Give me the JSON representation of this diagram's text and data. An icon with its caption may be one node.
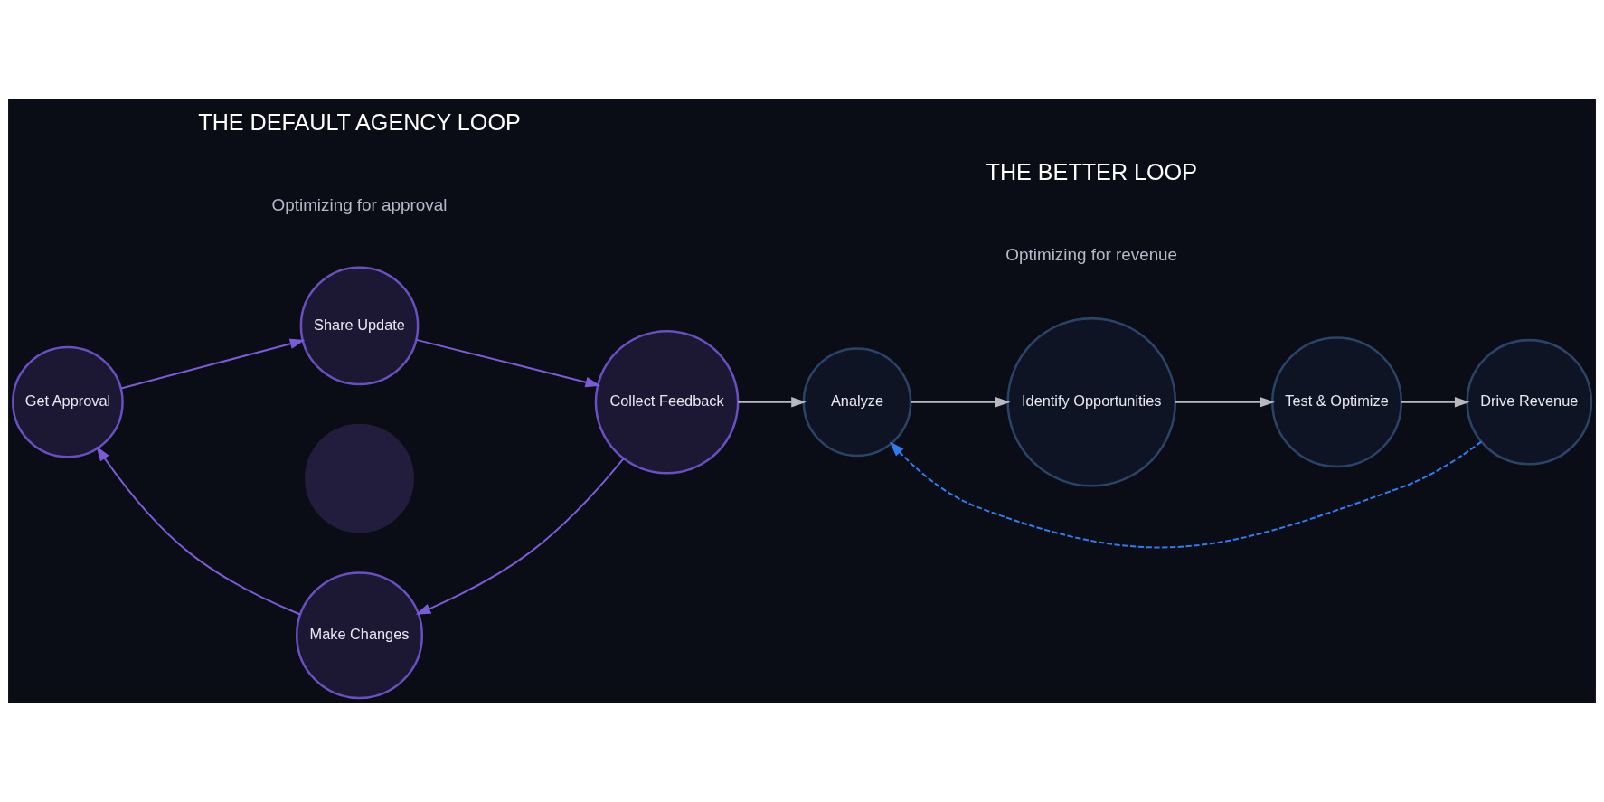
{
  "diagram": {
    "nodes": [
      {
        "text": [
          "Share Update"
        ]
      },
      {
        "text": [
          "Collect Feedback"
        ]
      },
      {
        "text": [
          "Make Changes"
        ]
      },
      {
        "text": [
          "Get Approval"
        ]
      },
      {
        "text": [],
        "shape": "circle"
      },
      {
        "text": [
          "Analyze"
        ]
      },
      {
        "text": [
          "Identify Opportunities"
        ]
      },
      {
        "text": [
          "Test & Optimize"
        ]
      },
      {
        "text": [
          "Drive Revenue"
        ]
      }
    ],
    "edges": [
      {
        "from": 3,
        "to": 0,
        "arrow": "to",
        "color": "#7b5bd6"
      },
      {
        "from": 0,
        "to": 1,
        "arrow": "to",
        "color": "#7b5bd6"
      },
      {
        "from": 1,
        "to": 2,
        "arrow": "to",
        "color": "#7b5bd6"
      },
      {
        "from": 2,
        "to": 3,
        "arrow": "to",
        "color": "#7b5bd6"
      },
      {
        "from": 1,
        "to": 5,
        "arrow": "to",
        "color": "#b8b8c0"
      },
      {
        "from": 5,
        "to": 6,
        "arrow": "to",
        "color": "#b8b8c0"
      },
      {
        "from": 6,
        "to": 7,
        "arrow": "to",
        "color": "#b8b8c0"
      },
      {
        "from": 7,
        "to": 8,
        "arrow": "to",
        "color": "#b8b8c0"
      },
      {
        "from": 8,
        "to": 5,
        "arrow": "to",
        "style": "dashed",
        "color": "#2f7bf0"
      }
    ],
    "labels": [
      "THE DEFAULT AGENCY LOOP",
      "Optimizing for approval",
      "THE BETTER LOOP",
      "Optimizing for revenue"
    ]
  }
}
